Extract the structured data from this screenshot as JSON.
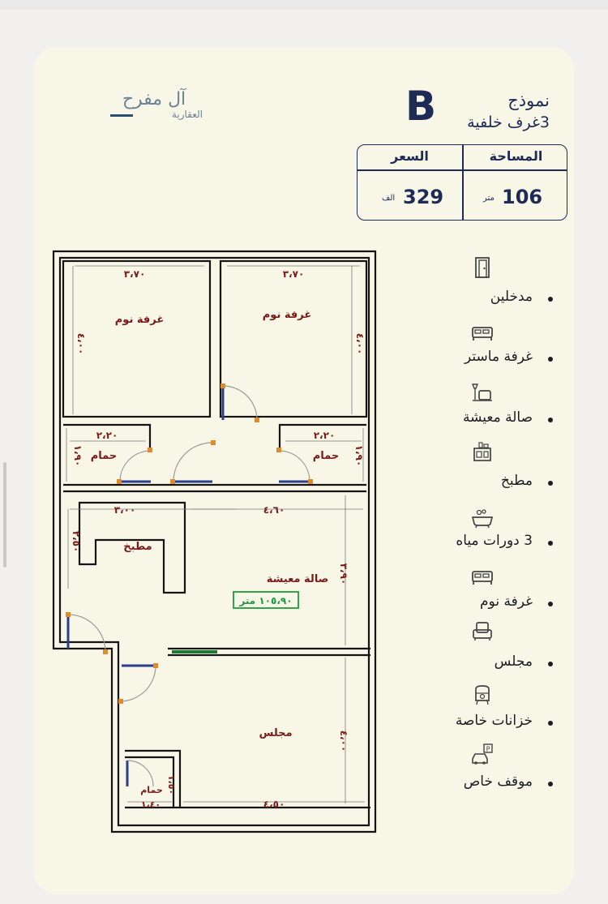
{
  "brand": {
    "name": "آل مفرح",
    "subtitle": "العقارية"
  },
  "model": {
    "word": "نموذج",
    "letter": "B",
    "rooms": "3غرف خلفية"
  },
  "info": {
    "area_label": "المساحة",
    "area_value": "106",
    "area_unit": "متر",
    "price_label": "السعر",
    "price_value": "329",
    "price_unit": "الف"
  },
  "features": [
    {
      "label": "مدخلين",
      "icon": "door-icon"
    },
    {
      "label": "غرفة ماستر",
      "icon": "bed-icon"
    },
    {
      "label": "صالة معيشة",
      "icon": "lamp-chair-icon"
    },
    {
      "label": "مطبخ",
      "icon": "kitchen-icon"
    },
    {
      "label": "3 دورات مياه",
      "icon": "bathtub-icon"
    },
    {
      "label": "غرفة نوم",
      "icon": "bed-icon"
    },
    {
      "label": "مجلس",
      "icon": "armchair-icon"
    },
    {
      "label": "خزانات خاصة",
      "icon": "water-tank-icon"
    },
    {
      "label": "موقف خاص",
      "icon": "parking-icon"
    }
  ],
  "floorplan": {
    "rooms": {
      "bedroom_left": "غرفة نوم",
      "bedroom_right": "غرفة نوم",
      "bath_left": "حمام",
      "bath_right": "حمام",
      "bath_small": "حمام",
      "kitchen": "مطبخ",
      "living": "صالة معيشة",
      "majlis": "مجلس"
    },
    "dims": {
      "bed_left_w": "٣،٧٠",
      "bed_right_w": "٣،٧٠",
      "bed_left_h": "٤،٠٠",
      "bed_right_h": "٤،٠٠",
      "bath_left_w": "٢،٢٠",
      "bath_right_w": "٢،٢٠",
      "bath_left_h": "١،٩٠",
      "bath_right_h": "١،٩٠",
      "kitchen_w": "٣،٠٠",
      "kitchen_h": "٢،٥٠",
      "living_w": "٤،٦٠",
      "living_h": "٣،٩٠",
      "majlis_w": "٤،٥٠",
      "majlis_h": "٤،٠٠",
      "small_bath_w": "١،٤٠",
      "small_bath_h": "١،٥٠"
    },
    "total_area": "١٠٥،٩٠ متر"
  },
  "colors": {
    "navy": "#1d2b56",
    "card": "#f8f6e6",
    "wall": "#141414",
    "label": "#7a1a17",
    "door": "#2c3f8f",
    "jamb": "#e08a2b",
    "area": "#1d9a3c"
  }
}
